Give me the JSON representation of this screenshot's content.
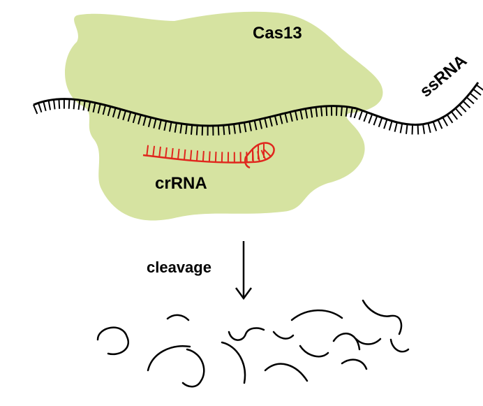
{
  "labels": {
    "protein": "Cas13",
    "target": "ssRNA",
    "guide": "crRNA",
    "process": "cleavage"
  },
  "colors": {
    "protein_fill": "#d6e3a1",
    "guide_strand": "#e0261d",
    "target_strand": "#000000",
    "background": "#ffffff"
  }
}
